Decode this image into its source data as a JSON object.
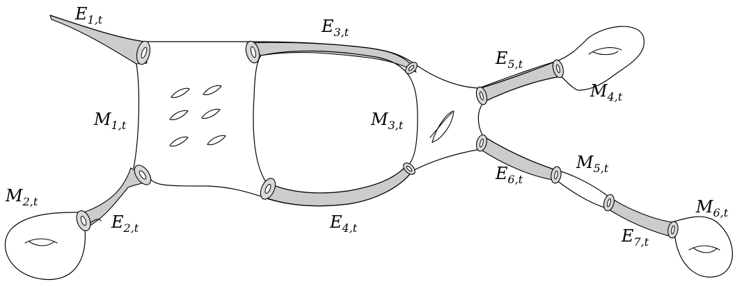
{
  "labels": {
    "E1": {
      "main": "E",
      "sub": "1,t"
    },
    "E2": {
      "main": "E",
      "sub": "2,t"
    },
    "E3": {
      "main": "E",
      "sub": "3,t"
    },
    "E4": {
      "main": "E",
      "sub": "4,t"
    },
    "E5": {
      "main": "E",
      "sub": "5,t"
    },
    "E6": {
      "main": "E",
      "sub": "6,t"
    },
    "E7": {
      "main": "E",
      "sub": "7,t"
    },
    "M1": {
      "main": "M",
      "sub": "1,t"
    },
    "M2": {
      "main": "M",
      "sub": "2,t"
    },
    "M3": {
      "main": "M",
      "sub": "3,t"
    },
    "M4": {
      "main": "M",
      "sub": "4,t"
    },
    "M5": {
      "main": "M",
      "sub": "5,t"
    },
    "M6": {
      "main": "M",
      "sub": "6,t"
    }
  },
  "colors": {
    "neck_fill": "#cccccc",
    "stroke": "#000000",
    "background": "#ffffff"
  }
}
